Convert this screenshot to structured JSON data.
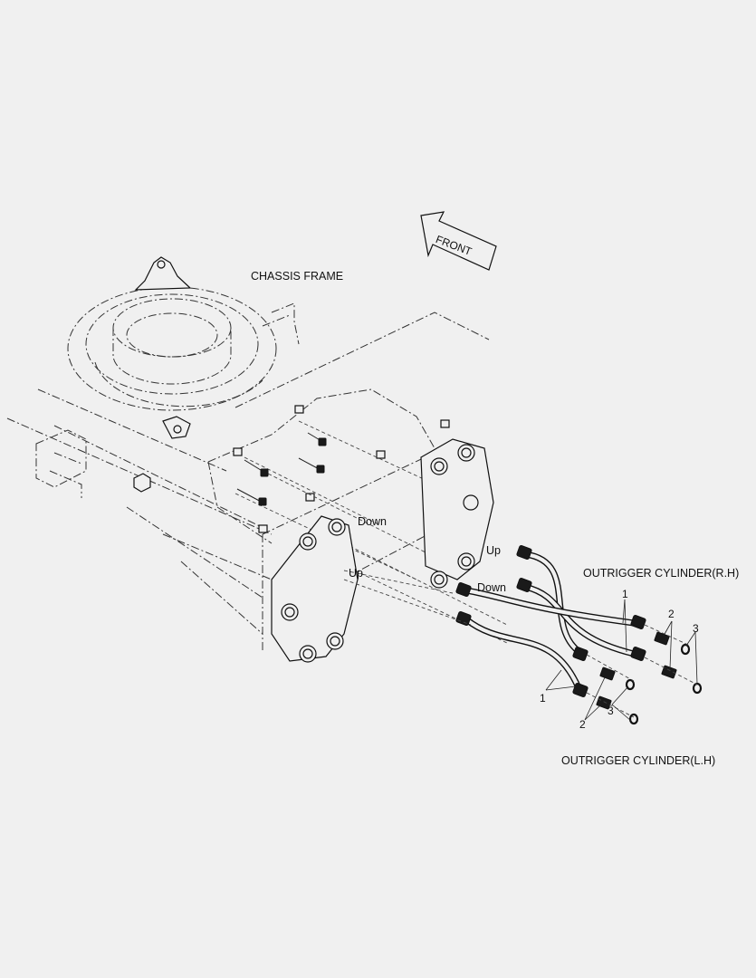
{
  "title": "",
  "labels": {
    "chassis_frame": "CHASSIS FRAME",
    "front": "FRONT",
    "outrigger_rh": "OUTRIGGER CYLINDER(R.H)",
    "outrigger_lh": "OUTRIGGER CYLINDER(L.H)",
    "down_1": "Down",
    "down_2": "Down",
    "up_1": "Up",
    "up_2": "Up"
  },
  "callouts": {
    "hose_rh": "1",
    "adapter_rh": "2",
    "oring_rh": "3",
    "hose_lh": "1",
    "adapter_lh": "2",
    "oring_lh": "3"
  }
}
